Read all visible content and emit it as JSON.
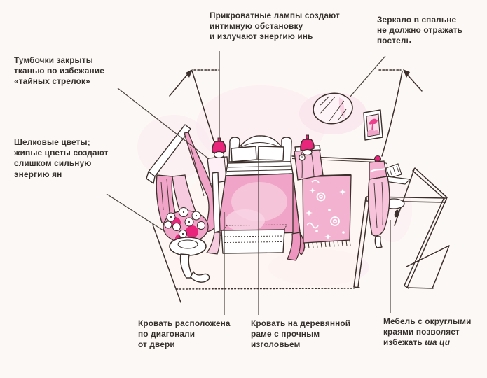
{
  "figure_type": "annotated bedroom feng-shui diagram",
  "annotations": {
    "nightstands": {
      "lines": [
        "Тумбочки закрыты",
        "тканью во избежание",
        "«тайных стрелок»"
      ]
    },
    "silk_flowers": {
      "lines": [
        "Шелковые цветы;",
        "живые цветы создают",
        "слишком сильную",
        "энергию ян"
      ]
    },
    "bedside_lamps": {
      "lines": [
        "Прикроватные лампы создают",
        "интимную обстановку",
        "и излучают энергию инь"
      ]
    },
    "mirror": {
      "lines": [
        "Зеркало в спальне",
        "не должно отражать",
        "постель"
      ]
    },
    "bed_diagonal": {
      "lines": [
        "Кровать расположена",
        "по диагонали",
        "от двери"
      ]
    },
    "bed_frame": {
      "lines": [
        "Кровать на деревянной",
        "раме с прочным",
        "изголовьем"
      ]
    },
    "furniture": {
      "lines": [
        "Мебель с округлыми",
        "краями позволяет"
      ],
      "last_line": {
        "normal": "избежать ",
        "italic": "ша ци"
      }
    }
  },
  "illustration_elements": [
    "window-with-curtains",
    "bed-with-headboard",
    "bedside-lamp-left",
    "bedside-lamp-right",
    "covered-nightstand",
    "round-mirror",
    "picture-frame",
    "patterned-rug",
    "flower-vase",
    "foot-bench",
    "open-door",
    "skirted-vanity",
    "room-corner-arrows"
  ],
  "colors": {
    "accent_pink": "#e8247b",
    "mid_pink": "#f0a5c8",
    "light_pink": "#f7cbdf",
    "pale_pink": "#fbe7f0",
    "outline": "#3c2f2b",
    "annotation_line": "#4a423c",
    "text": "#35302c",
    "background": "#fcf8f5"
  }
}
